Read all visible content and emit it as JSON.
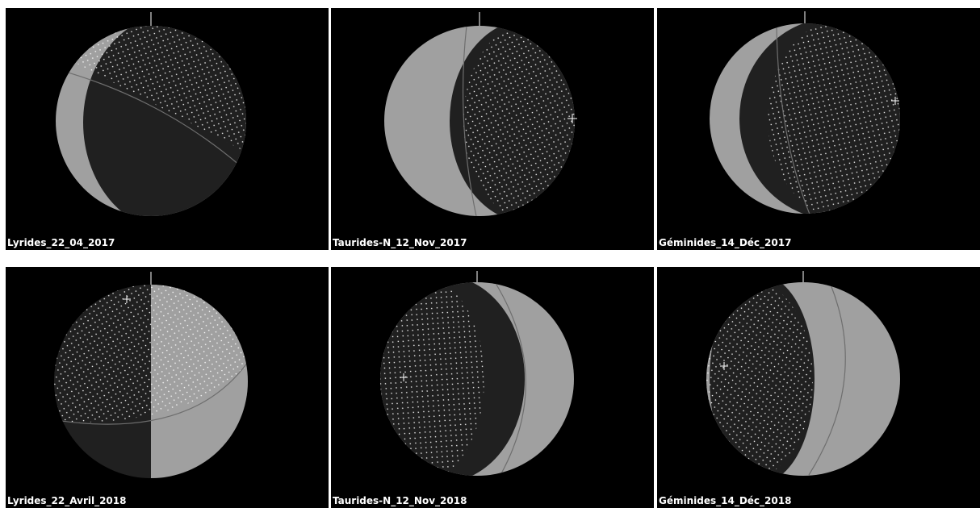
{
  "colors": {
    "background": "#000000",
    "disk_dark": "#202020",
    "disk_light": "#a0a0a0",
    "dots": "#ffffff",
    "circle_line": "#6e6e6e",
    "caption": "#ffffff"
  },
  "panels": [
    {
      "label": "Lyrides_22_04_2017"
    },
    {
      "label": "Taurides-N_12_Nov_2017"
    },
    {
      "label": "Géminides_14_Déc_2017"
    },
    {
      "label": "Lyrides_22_Avril_2018"
    },
    {
      "label": "Taurides-N_12_Nov_2018"
    },
    {
      "label": "Géminides_14_Déc_2018"
    }
  ]
}
